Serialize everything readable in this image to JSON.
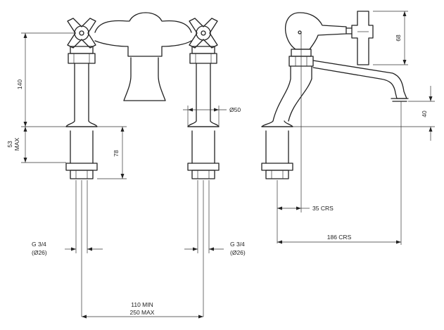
{
  "labels": {
    "dim_140": "140",
    "dim_53": "53",
    "dim_max": "MAX",
    "dim_78": "78",
    "dim_dia50": "Ø50",
    "thread_left_1": "G 3/4",
    "thread_left_2": "(Ø26)",
    "thread_right_1": "G 3/4",
    "thread_right_2": "(Ø26)",
    "centres_min": "110 MIN",
    "centres_max": "250 MAX",
    "dim_68": "68",
    "dim_40": "40",
    "dim_35crs": "35 CRS",
    "dim_186crs": "186 CRS"
  }
}
